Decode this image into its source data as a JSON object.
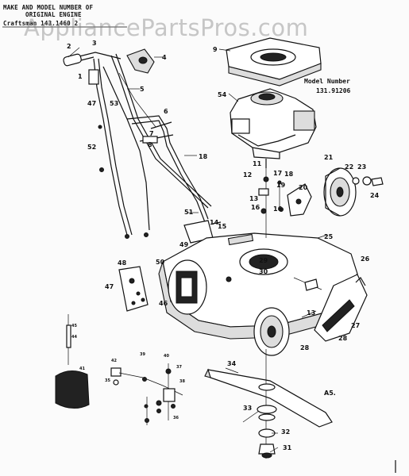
{
  "header": {
    "line1": "MAKE AND MODEL NUMBER OF",
    "line2": "ORIGINAL ENGINE",
    "line3": "Craftsman 143.1460 2"
  },
  "model": {
    "label": "Model Number",
    "number": "131.91206"
  },
  "watermark": "AppliancePartsPros.com",
  "footnote": "A5.",
  "callouts": {
    "c1": "1",
    "c2": "2",
    "c3": "3",
    "c4": "4",
    "c5": "5",
    "c6": "6",
    "c7": "7",
    "c8": "8",
    "c9": "9",
    "c11": "11",
    "c12": "12",
    "c13": "13",
    "c14": "14",
    "c15": "15",
    "c16": "16",
    "c17": "17",
    "c18": "18",
    "c19": "19",
    "c20": "20",
    "c21": "21",
    "c22": "22",
    "c23": "23",
    "c24": "24",
    "c25": "25",
    "c26": "26",
    "c27": "27",
    "c28": "28",
    "c29": "29",
    "c30": "30",
    "c31": "31",
    "c32": "32",
    "c33": "33",
    "c34": "34",
    "c35": "35",
    "c36": "36",
    "c37": "37",
    "c38": "38",
    "c39": "39",
    "c40": "40",
    "c41": "41",
    "c42": "42",
    "c44": "44",
    "c45": "45",
    "c46": "46",
    "c47": "47",
    "c48": "48",
    "c49": "49",
    "c50": "50",
    "c51": "51",
    "c52": "52",
    "c53": "53",
    "c54": "54",
    "c13b": "13",
    "c28b": "28",
    "c18b": "18",
    "c16b": "16"
  }
}
